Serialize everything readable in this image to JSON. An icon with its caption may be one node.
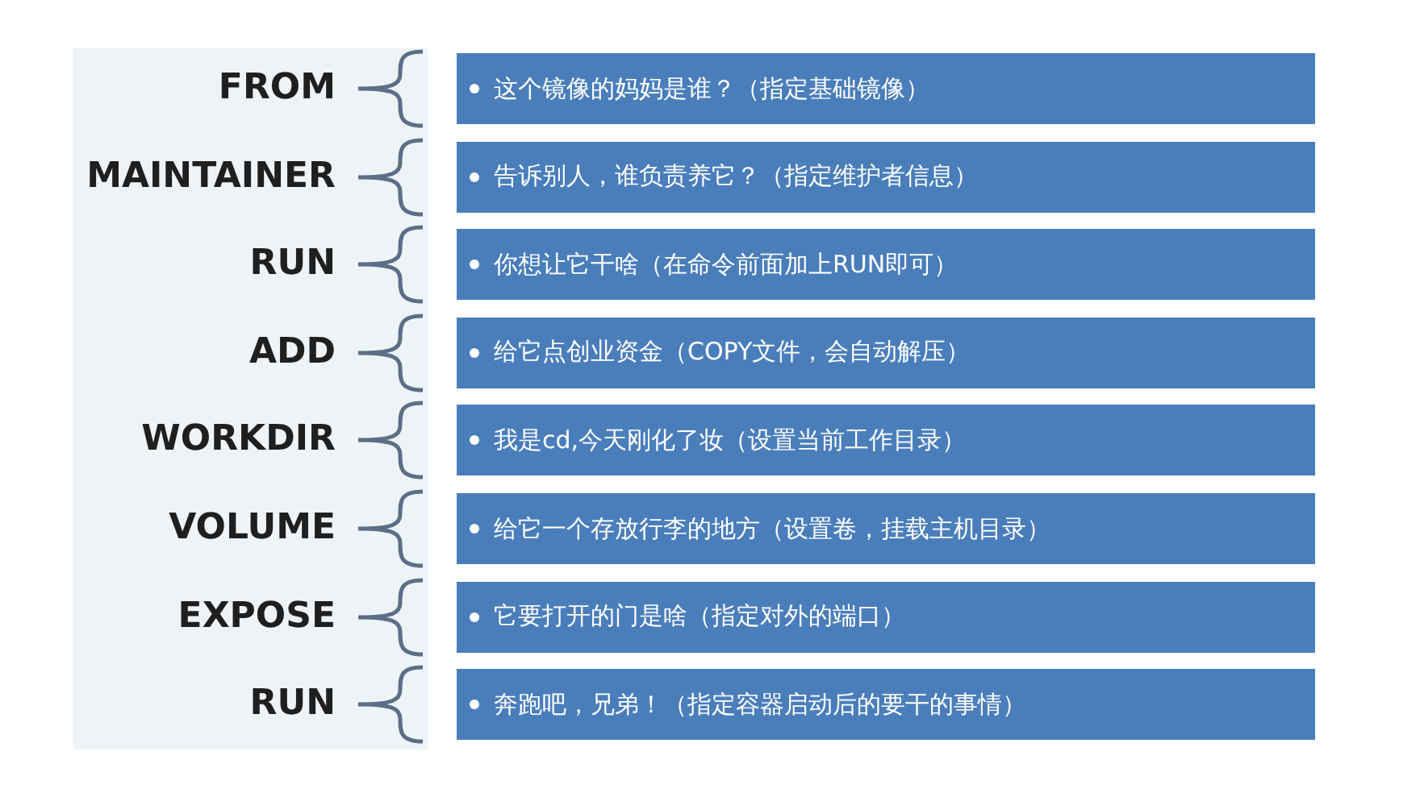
{
  "diagram": {
    "nodes": [
      {
        "text": [
          "这个镜像的妈妈是谁？（指定基础镜像）"
        ],
        "beside": [
          "FROM"
        ]
      },
      {
        "text": [
          "告诉别人，谁负责养它？（指定维护者信息）"
        ],
        "beside": [
          "MAINTAINER"
        ]
      },
      {
        "text": [
          "你想让它干啥（在命令前面加上RUN即可）"
        ],
        "beside": [
          "RUN"
        ]
      },
      {
        "text": [
          "给它点创业资金（COPY文件，会自动解压）"
        ],
        "beside": [
          "ADD"
        ]
      },
      {
        "text": [
          "我是cd,今天刚化了妆（设置当前工作目录）"
        ],
        "beside": [
          "WORKDIR"
        ]
      },
      {
        "text": [
          "给它一个存放行李的地方（设置卷，挂载主机目录）"
        ],
        "beside": [
          "VOLUME"
        ]
      },
      {
        "text": [
          "它要打开的门是啥（指定对外的端口）"
        ],
        "beside": [
          "EXPOSE"
        ]
      },
      {
        "text": [
          "奔跑吧，兄弟！（指定容器启动后的要干的事情）"
        ],
        "beside": [
          "RUN"
        ]
      }
    ]
  }
}
